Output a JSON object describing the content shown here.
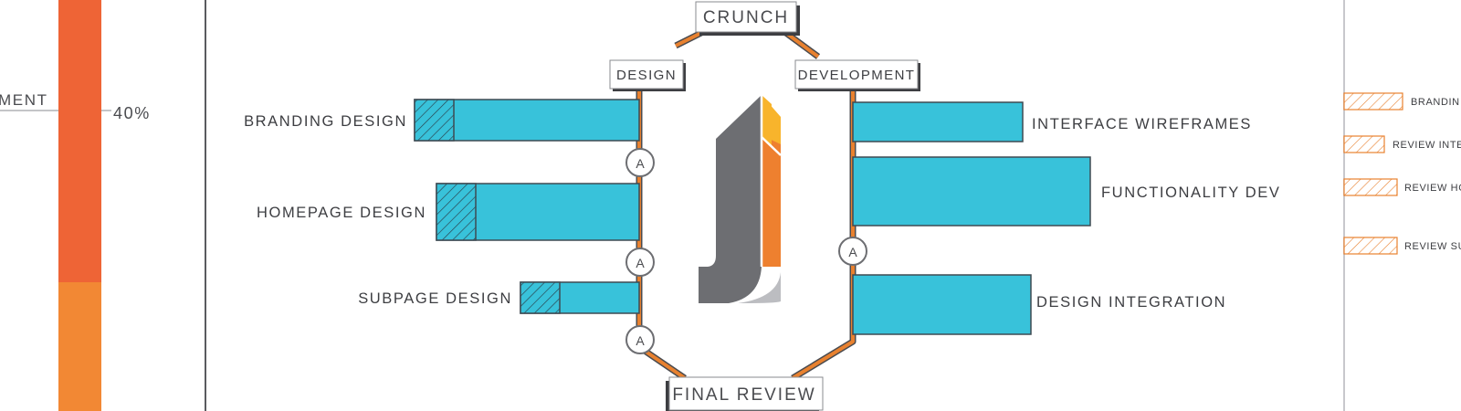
{
  "left_panel": {
    "label": "MENT",
    "percent": "40%"
  },
  "phases": {
    "top": "CRUNCH",
    "left": "DESIGN",
    "right": "DEVELOPMENT",
    "bottom": "FINAL REVIEW"
  },
  "checkpoints": [
    "A",
    "A",
    "A",
    "A"
  ],
  "design_tasks": [
    {
      "label": "BRANDING DESIGN"
    },
    {
      "label": "HOMEPAGE DESIGN"
    },
    {
      "label": "SUBPAGE DESIGN"
    }
  ],
  "development_tasks": [
    {
      "label": "INTERFACE WIREFRAMES"
    },
    {
      "label": "FUNCTIONALITY DEV"
    },
    {
      "label": "DESIGN INTEGRATION"
    }
  ],
  "legend": [
    "BRANDIN",
    "REVIEW INTER",
    "REVIEW HO",
    "REVIEW SU"
  ],
  "colors": {
    "bar": "#38c2da",
    "track": "#e8812f",
    "orange_dark": "#ee6436",
    "orange_light": "#f28834",
    "gray": "#6d6e72",
    "logo_yellow": "#f8b42c"
  },
  "icons": {
    "logo": "j-logo-icon",
    "hatch": "hatch-pattern-icon"
  }
}
